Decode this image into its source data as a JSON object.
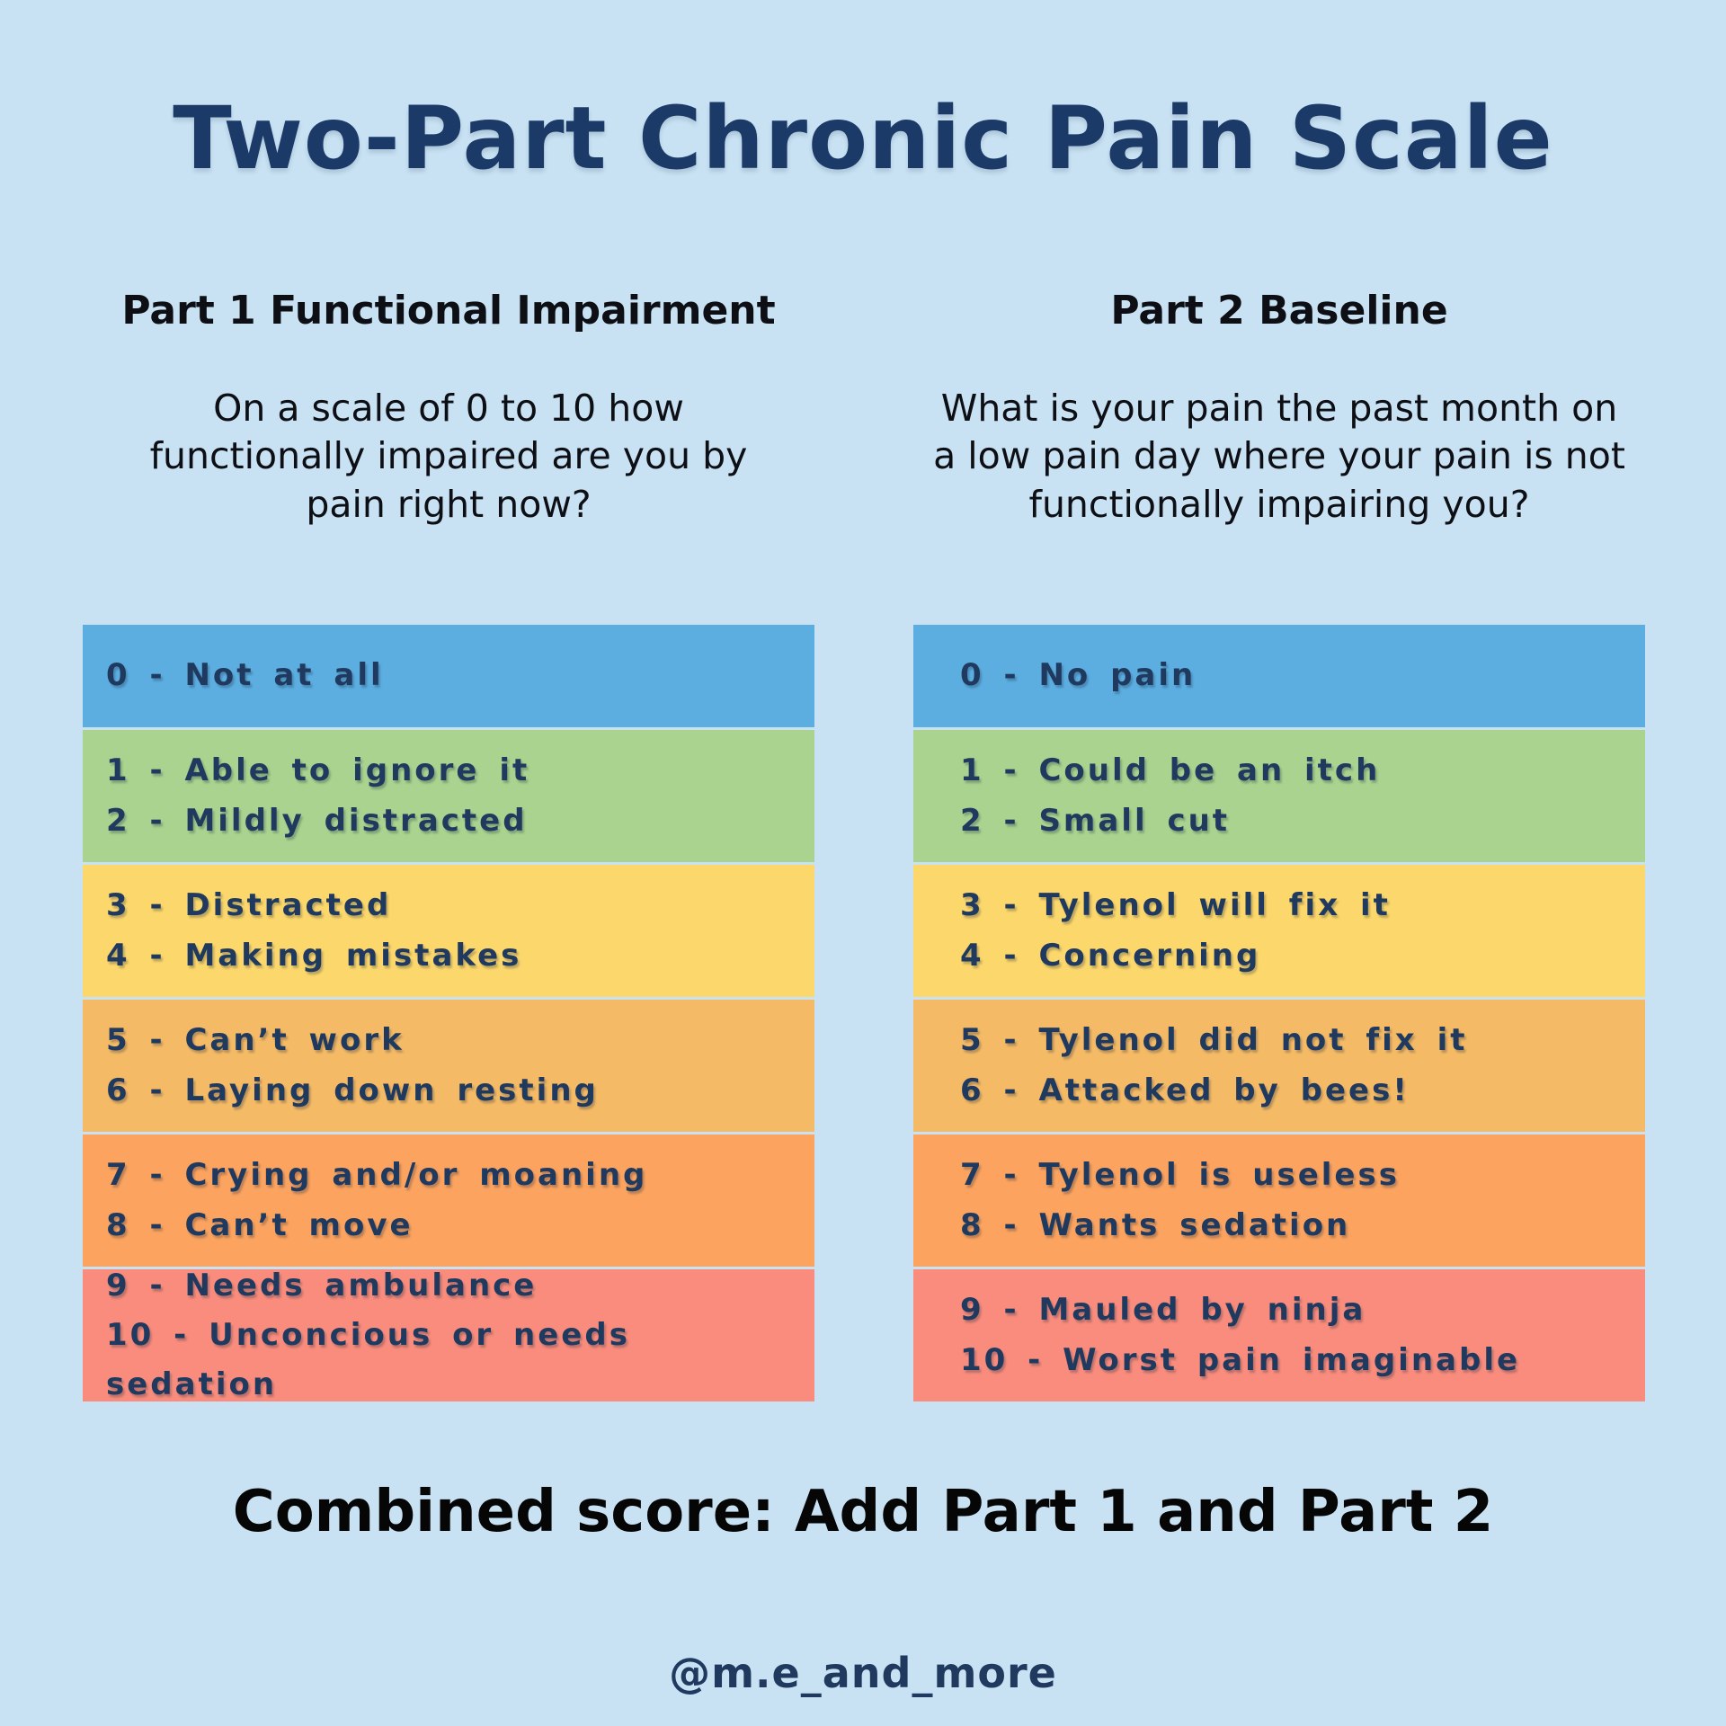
{
  "page": {
    "title": "Two-Part Chronic Pain Scale",
    "footer_combined": "Combined score: Add Part 1 and Part 2",
    "footer_handle": "@m.e_and_more"
  },
  "colors": {
    "background": "#c8e2f4",
    "title_text": "#1c3a68",
    "header_text": "#0d0f14",
    "band_text": "#1f3a5e",
    "footer_text": "#060606",
    "handle_text": "#1f3a5e",
    "band_blue": "#5caee1",
    "band_green": "#a9d38f",
    "band_yellow": "#fcd76b",
    "band_peach": "#f5ba65",
    "band_orange": "#fba35f",
    "band_salmon": "#f98c7c"
  },
  "part1": {
    "header": "Part 1 Functional Impairment",
    "question": "On a scale of 0 to 10 how\nfunctionally impaired are you by\npain right now?",
    "bands": [
      {
        "lines": [
          "0 - Not at all"
        ]
      },
      {
        "lines": [
          "1 - Able to ignore it",
          "2 - Mildly distracted"
        ]
      },
      {
        "lines": [
          "3 - Distracted",
          "4 - Making mistakes"
        ]
      },
      {
        "lines": [
          "5 - Can’t work",
          "6 - Laying down resting"
        ]
      },
      {
        "lines": [
          "7 - Crying and/or moaning",
          "8 - Can’t move"
        ]
      },
      {
        "lines": [
          "9 - Needs ambulance",
          "10 - Unconcious or needs sedation"
        ]
      }
    ]
  },
  "part2": {
    "header": "Part 2 Baseline",
    "question": "What is your pain the past month on\na low pain day where your pain is not\nfunctionally impairing you?",
    "bands": [
      {
        "lines": [
          "0 - No pain"
        ]
      },
      {
        "lines": [
          "1 - Could be an itch",
          "2 - Small cut"
        ]
      },
      {
        "lines": [
          "3 - Tylenol will fix it",
          "4 - Concerning"
        ]
      },
      {
        "lines": [
          "5 - Tylenol did not fix it",
          "6 - Attacked by bees!"
        ]
      },
      {
        "lines": [
          "7 - Tylenol is useless",
          "8 - Wants sedation"
        ]
      },
      {
        "lines": [
          "9 - Mauled by ninja",
          "10 - Worst pain imaginable"
        ]
      }
    ]
  }
}
